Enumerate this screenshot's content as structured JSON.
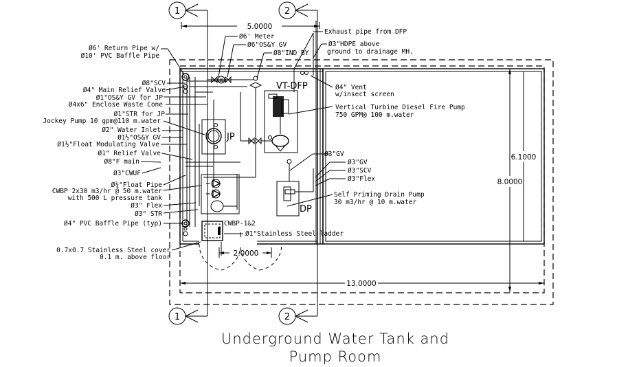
{
  "drawing": {
    "title_line1": "Underground Water Tank and",
    "title_line2": "Pump Room",
    "section_markers": [
      "1",
      "2"
    ],
    "dimensions": {
      "top_width": "5.0000",
      "door_width": "2.0000",
      "overall_length": "13.0000",
      "inner_height": "6.1000",
      "overall_height": "8.0000"
    },
    "equipment_tags": {
      "jockey_pump": "JP",
      "fire_pump": "VT-DFP",
      "drain_pump": "DP",
      "booster_pumps": "CWBP-1&2"
    },
    "left_labels": [
      {
        "id": "return-pipe",
        "lines": [
          "Ø6' Return Pipe w/",
          "Ø10' PVC Baffle Pipe"
        ]
      },
      {
        "id": "scv-8",
        "lines": [
          "Ø8\"SCV"
        ]
      },
      {
        "id": "main-relief-valve",
        "lines": [
          "Ø4\" Main Relief Valve"
        ]
      },
      {
        "id": "osy-gv-jp",
        "lines": [
          "Ø1\"OS&Y GV for JP"
        ]
      },
      {
        "id": "waste-cone",
        "lines": [
          "Ø4x6\" Enclose Waste Cone"
        ]
      },
      {
        "id": "str-jp",
        "lines": [
          "Ø1\"STR for JP"
        ]
      },
      {
        "id": "jockey-pump",
        "lines": [
          "Jockey Pump 10 gpm@110 m.water"
        ]
      },
      {
        "id": "water-inlet",
        "lines": [
          "Ø2\" Water Inlet"
        ]
      },
      {
        "id": "osy-gv-1-5",
        "lines": [
          "Ø1½\"OS&Y GV"
        ]
      },
      {
        "id": "float-mod-valve",
        "lines": [
          "Ø1½\"Float Modulating Valve"
        ]
      },
      {
        "id": "relief-valve-1",
        "lines": [
          "Ø1\" Relief Valve"
        ]
      },
      {
        "id": "f-main",
        "lines": [
          "Ø8\"F main"
        ]
      },
      {
        "id": "cwuf",
        "lines": [
          "Ø3\"CWUF"
        ]
      },
      {
        "id": "float-pipe",
        "lines": [
          "Ø¾\"Float Pipe"
        ]
      },
      {
        "id": "cwbp",
        "lines": [
          "CWBP 2x30 m3/hr @ 50 m.water",
          "with 500 L pressure tank"
        ]
      },
      {
        "id": "flex-3",
        "lines": [
          "Ø3\" Flex"
        ]
      },
      {
        "id": "str-3",
        "lines": [
          "Ø3\" STR"
        ]
      },
      {
        "id": "pvc-baffle",
        "lines": [
          "Ø4\" PVC Baffle Pipe (typ)"
        ]
      },
      {
        "id": "ss-cover",
        "lines": [
          "0.7x0.7 Stainless Steel cover",
          "0.1 m. above floor"
        ]
      }
    ],
    "top_labels": [
      {
        "id": "meter",
        "lines": [
          "Ø6' Meter"
        ]
      },
      {
        "id": "osy-gv-6",
        "lines": [
          "Ø6\"OS&Y GV"
        ]
      },
      {
        "id": "ind-by",
        "lines": [
          "Ø8\"IND BY"
        ]
      }
    ],
    "right_labels": [
      {
        "id": "exhaust-pipe",
        "lines": [
          "Exhaust pipe from DFP"
        ]
      },
      {
        "id": "hdpe",
        "lines": [
          "Ø3\"HDPE above",
          "ground to drainage MH."
        ]
      },
      {
        "id": "vent",
        "lines": [
          "Ø4\" Vent",
          "w/insect screen"
        ]
      },
      {
        "id": "vt-dfp-desc",
        "lines": [
          "Vertical Turbine Diesel Fire Pump",
          "750 GPM@ 100 m.water"
        ]
      },
      {
        "id": "gv-3a",
        "lines": [
          "Ø3\"GV"
        ]
      },
      {
        "id": "gv-3b",
        "lines": [
          "Ø3\"GV"
        ]
      },
      {
        "id": "scv-3",
        "lines": [
          "Ø3\"SCV"
        ]
      },
      {
        "id": "flex-3b",
        "lines": [
          "Ø3\"Flex"
        ]
      },
      {
        "id": "drain-pump",
        "lines": [
          "Self Priming Drain Pump",
          "30 m3/hr @ 10 m.water"
        ]
      },
      {
        "id": "ladder",
        "lines": [
          "Ø1\"Stainless Steel ladder"
        ]
      }
    ]
  }
}
